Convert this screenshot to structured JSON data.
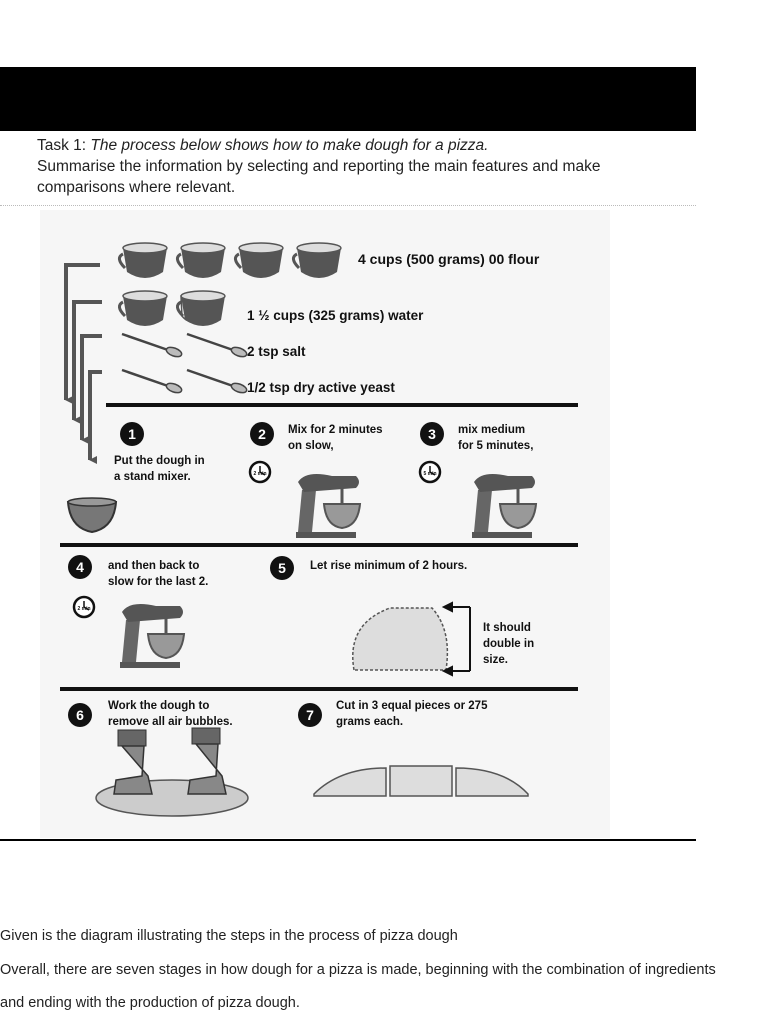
{
  "task": {
    "prefix": "Task 1: ",
    "italic": "The process below shows how to make dough for a pizza.",
    "line2": "Summarise the information by selecting and reporting the main features and make",
    "line3": "comparisons where relevant."
  },
  "ingredients": {
    "flour": "4 cups (500 grams)  00 flour",
    "water": "1 ½ cups (325 grams) water",
    "salt": "2 tsp salt",
    "yeast": "1/2 tsp dry active yeast"
  },
  "steps": [
    {
      "num": "1",
      "lines": [
        "Put the dough in",
        "a stand mixer."
      ]
    },
    {
      "num": "2",
      "lines": [
        "Mix for 2 minutes",
        "on slow,"
      ]
    },
    {
      "num": "3",
      "lines": [
        "mix medium",
        "for 5 minutes,"
      ]
    },
    {
      "num": "4",
      "lines": [
        "and then back to",
        "slow for the last 2."
      ]
    },
    {
      "num": "5",
      "lines": [
        "Let rise minimum of 2 hours."
      ]
    },
    {
      "num": "6",
      "lines": [
        "Work the dough to",
        "remove all air bubbles."
      ]
    },
    {
      "num": "7",
      "lines": [
        "Cut in 3 equal pieces or 275",
        "grams each."
      ]
    }
  ],
  "rise_note": [
    "It should",
    "double in",
    "size."
  ],
  "timers": [
    "2 min",
    "5 min",
    "2 min"
  ],
  "paragraphs": [
    "Given is the diagram illustrating the steps in the process of pizza dough",
    "Overall, there are seven stages in how dough for a pizza is made, beginning with the combination of ingredients",
    "and ending with the production of pizza dough."
  ]
}
